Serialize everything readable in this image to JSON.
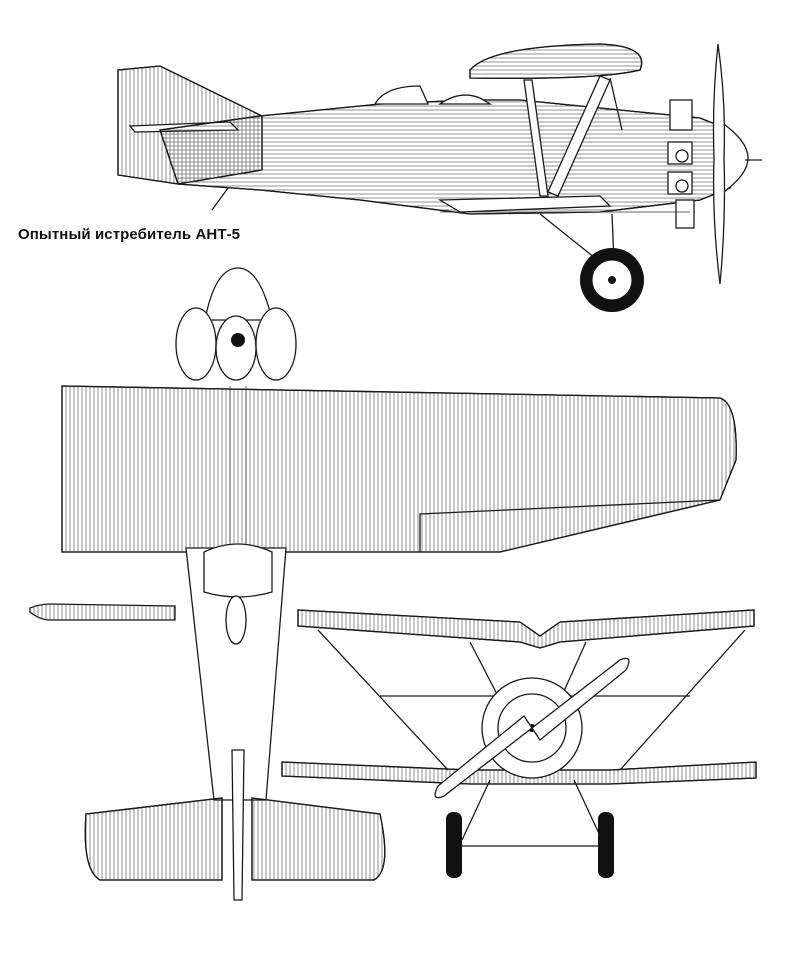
{
  "caption": "Опытный истребитель АНТ-5",
  "views": [
    "side-view",
    "top-view",
    "front-view"
  ],
  "colors": {
    "line": "#1a1a1a",
    "paper": "#ffffff"
  }
}
